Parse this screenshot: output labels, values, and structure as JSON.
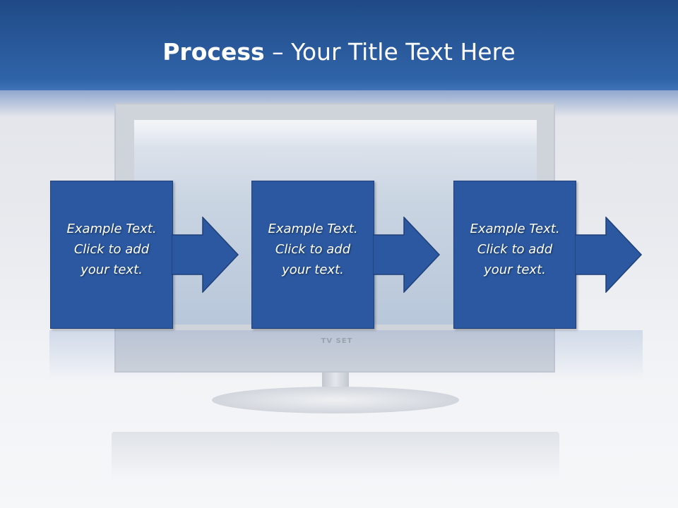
{
  "slide": {
    "title_bold": "Process",
    "title_rest": " – Your Title Text Here"
  },
  "background": {
    "monitor_brand": "TV SET"
  },
  "steps": [
    {
      "lines": [
        "Example Text.",
        "Click  to add",
        "your text."
      ]
    },
    {
      "lines": [
        "Example Text.",
        "Click  to add",
        "your text."
      ]
    },
    {
      "lines": [
        "Example Text.",
        "Click  to add",
        "your text."
      ]
    }
  ],
  "colors": {
    "header_blue": "#2a5a9c",
    "step_fill": "#2b58a0",
    "step_border": "#1f3f78",
    "text": "#ffffff"
  }
}
